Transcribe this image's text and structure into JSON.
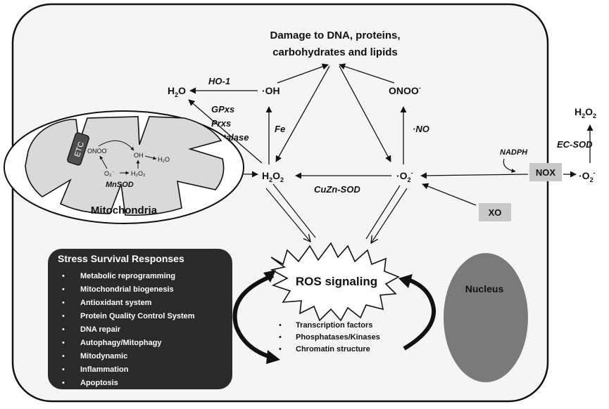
{
  "labels": {
    "damage_line1": "Damage to DNA, proteins,",
    "damage_line2": "carbohydrates and lipids",
    "oh": "·OH",
    "onoo_main": "ONOO",
    "onoo_sup": "-",
    "h2o_left": "H",
    "h2o_left_sub": "2",
    "h2o_left_o": "O",
    "ho1": "HO-1",
    "gpxs": "GPxs",
    "prxs": "Prxs",
    "catalase": "Catalase",
    "fe": "Fe",
    "no": "·NO",
    "h2o2_center": "H",
    "h2o2_center_sub1": "2",
    "h2o2_center_o": "O",
    "h2o2_center_sub2": "2",
    "o2rad_center": "·O",
    "o2rad_center_sub": "2",
    "o2rad_center_sup": "-",
    "cuzn_sod": "CuZn-SOD",
    "o2_left": "O",
    "o2_left_sub": "2",
    "nadph": "NADPH",
    "ec_sod": "EC-SOD",
    "h2o2_right": "H",
    "h2o2_right_sub1": "2",
    "h2o2_right_o": "O",
    "h2o2_right_sub2": "2",
    "nox": "NOX",
    "o2rad_right": "·O",
    "o2rad_right_sub": "2",
    "o2rad_right_sup": "-",
    "xo": "XO",
    "ros_signaling": "ROS signaling",
    "nucleus": "Nucleus"
  },
  "mitochondria": {
    "label": "Mitochondria",
    "etc": "ETC",
    "onoo": "ONOO",
    "onoo_sup": "-",
    "oh": "OH",
    "h2o": "H₂O",
    "o2": "O₂",
    "o2_sup": "·-",
    "h2o2": "H₂O₂",
    "mnsod": "MnSOD"
  },
  "stress_box": {
    "title": "Stress Survival Responses",
    "items": [
      "Metabolic reprogramming",
      "Mitochondrial biogenesis",
      "Antioxidant system",
      "Protein Quality Control System",
      "DNA repair",
      "Autophagy/Mitophagy",
      "Mitodynamic",
      "Inflammation",
      "Apoptosis"
    ]
  },
  "ros_targets": [
    "Transcription factors",
    "Phosphatases/Kinases",
    "Chromatin structure"
  ],
  "colors": {
    "cell_fill": "#f5f5f5",
    "stress_box": "#2a2a2a",
    "nucleus": "#7a7a7a",
    "tag_box": "#c8c8c8",
    "mito_fill": "#d9d9d9"
  }
}
